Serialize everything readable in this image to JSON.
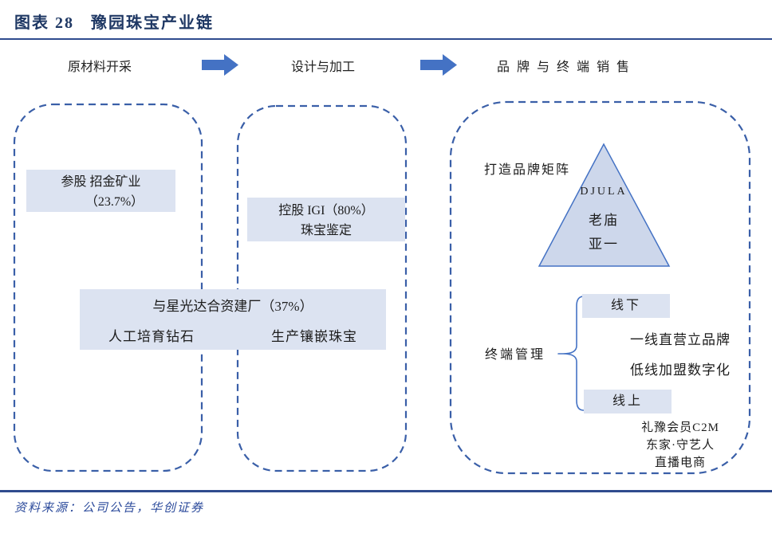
{
  "title": "图表 28   豫园珠宝产业链",
  "stages": [
    {
      "label": "原材料开采"
    },
    {
      "label": "设计与加工"
    },
    {
      "label": "品牌与终端销售"
    }
  ],
  "upstream": {
    "box_line1": "参股 招金矿业",
    "box_line2": "（23.7%）"
  },
  "midstream": {
    "box_line1": "控股 IGI（80%）",
    "box_line2": "珠宝鉴定"
  },
  "joint_venture": {
    "title": "与星光达合资建厂（37%）",
    "left_item": "人工培育钻石",
    "right_item": "生产镶嵌珠宝"
  },
  "downstream": {
    "matrix_label": "打造品牌矩阵",
    "pyramid_brands": [
      "DJULA",
      "老庙",
      "亚一"
    ],
    "terminal_label": "终端管理",
    "offline_label": "线下",
    "offline_items": [
      "一线直营立品牌",
      "低线加盟数字化"
    ],
    "online_label": "线上",
    "online_items": [
      "礼豫会员C2M",
      "东家·守艺人",
      "直播电商"
    ]
  },
  "source_note": "资料来源：公司公告，华创证券",
  "colors": {
    "title_navy": "#1F3864",
    "rule_navy": "#2F4C8E",
    "dashed_outline": "#3A5FA8",
    "arrow_blue": "#4472C4",
    "box_fill": "#DCE3F1",
    "pyramid_fill": "#CDD7EB",
    "pyramid_stroke": "#4472C4",
    "source_blue": "#2B4A9B"
  }
}
